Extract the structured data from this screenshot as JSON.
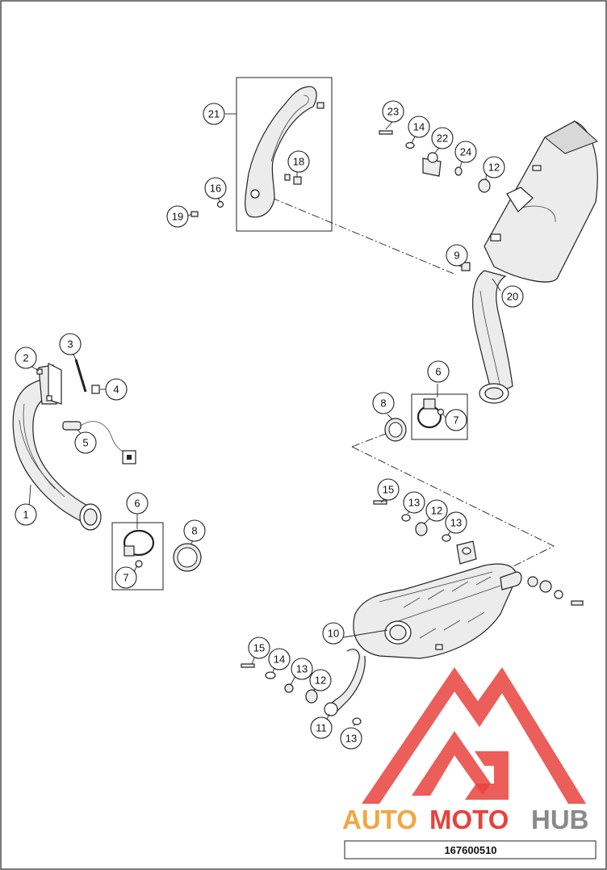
{
  "diagram": {
    "drawing_number": "167600510",
    "watermark": {
      "brand_first": "AUTO",
      "brand_second": "MOTO",
      "brand_third": "HUB",
      "logo_color": "#e8423c",
      "text_color_1": "#f2a640",
      "text_color_2": "#e8423c",
      "text_color_3": "#8a8a8a"
    },
    "callouts": [
      {
        "id": "c1",
        "label": "1"
      },
      {
        "id": "c2",
        "label": "2"
      },
      {
        "id": "c3",
        "label": "3"
      },
      {
        "id": "c4",
        "label": "4"
      },
      {
        "id": "c5",
        "label": "5"
      },
      {
        "id": "c6a",
        "label": "6"
      },
      {
        "id": "c6b",
        "label": "6"
      },
      {
        "id": "c7a",
        "label": "7"
      },
      {
        "id": "c7b",
        "label": "7"
      },
      {
        "id": "c8a",
        "label": "8"
      },
      {
        "id": "c8b",
        "label": "8"
      },
      {
        "id": "c9",
        "label": "9"
      },
      {
        "id": "c10",
        "label": "10"
      },
      {
        "id": "c11",
        "label": "11"
      },
      {
        "id": "c12a",
        "label": "12"
      },
      {
        "id": "c12b",
        "label": "12"
      },
      {
        "id": "c12c",
        "label": "12"
      },
      {
        "id": "c13a",
        "label": "13"
      },
      {
        "id": "c13b",
        "label": "13"
      },
      {
        "id": "c13c",
        "label": "13"
      },
      {
        "id": "c13d",
        "label": "13"
      },
      {
        "id": "c14a",
        "label": "14"
      },
      {
        "id": "c14b",
        "label": "14"
      },
      {
        "id": "c15a",
        "label": "15"
      },
      {
        "id": "c15b",
        "label": "15"
      },
      {
        "id": "c16",
        "label": "16"
      },
      {
        "id": "c18",
        "label": "18"
      },
      {
        "id": "c19",
        "label": "19"
      },
      {
        "id": "c20",
        "label": "20"
      },
      {
        "id": "c21",
        "label": "21"
      },
      {
        "id": "c22",
        "label": "22"
      },
      {
        "id": "c23",
        "label": "23"
      },
      {
        "id": "c24",
        "label": "24"
      }
    ]
  }
}
